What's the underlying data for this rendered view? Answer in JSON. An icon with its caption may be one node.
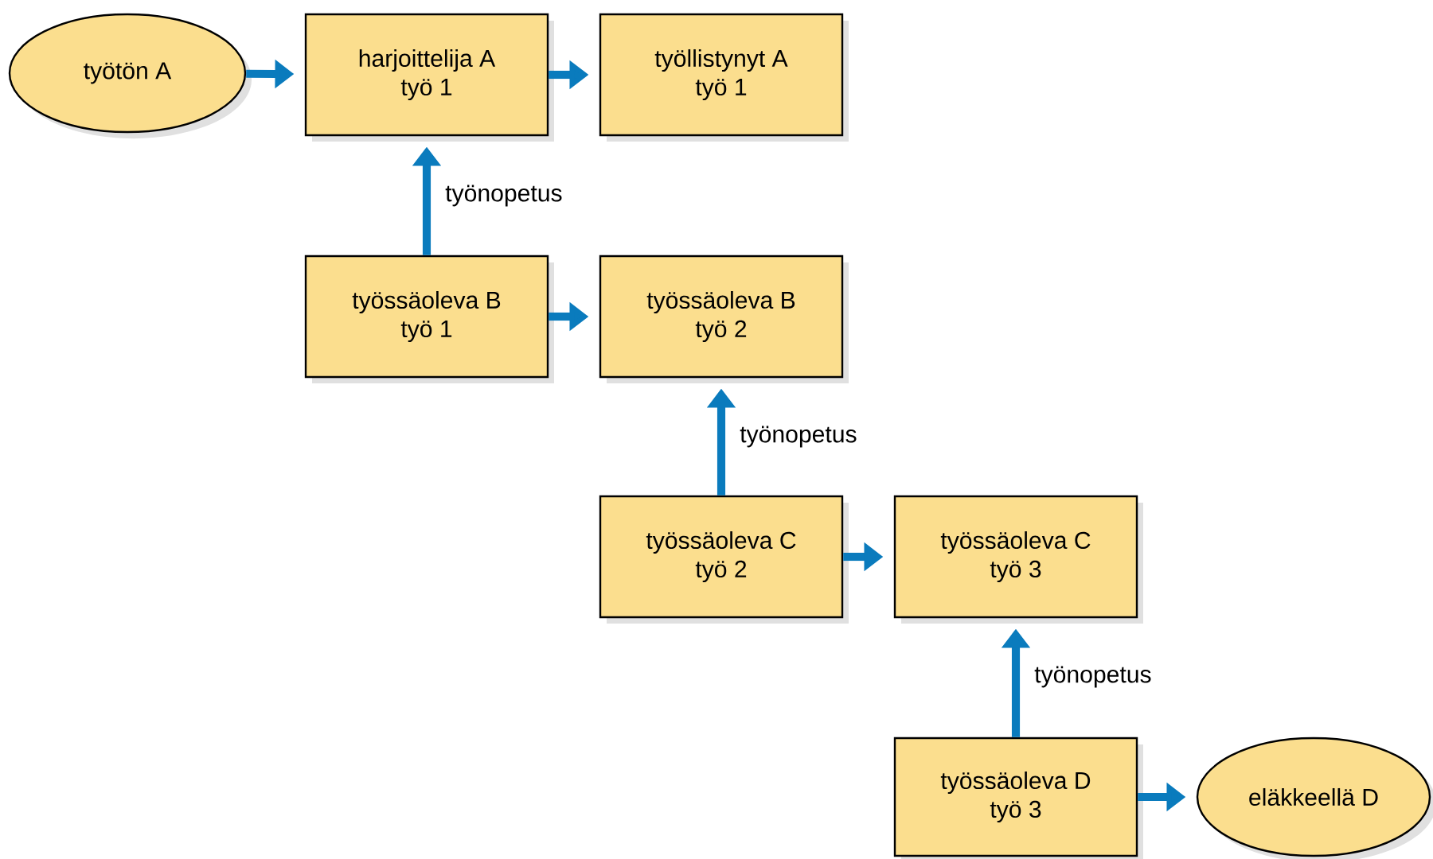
{
  "diagram": {
    "nodes": [
      {
        "text": [
          "työtön A"
        ]
      },
      {
        "text": [
          "harjoittelija A",
          "työ 1"
        ]
      },
      {
        "text": [
          "työllistynyt A",
          "työ 1"
        ]
      },
      {
        "text": [
          "työssäoleva B",
          "työ 1"
        ]
      },
      {
        "text": [
          "työssäoleva B",
          "työ 2"
        ]
      },
      {
        "text": [
          "työssäoleva C",
          "työ 2"
        ]
      },
      {
        "text": [
          "työssäoleva C",
          "työ 3"
        ]
      },
      {
        "text": [
          "työssäoleva D",
          "työ 3"
        ]
      },
      {
        "text": [
          "eläkkeellä D"
        ]
      }
    ],
    "edges": [
      {
        "from": 0,
        "to": 1,
        "arrow": "to"
      },
      {
        "from": 1,
        "to": 2,
        "arrow": "to"
      },
      {
        "from": 3,
        "to": 1,
        "arrow": "to",
        "label": "työnopetus"
      },
      {
        "from": 3,
        "to": 4,
        "arrow": "to"
      },
      {
        "from": 5,
        "to": 4,
        "arrow": "to",
        "label": "työnopetus"
      },
      {
        "from": 5,
        "to": 6,
        "arrow": "to"
      },
      {
        "from": 7,
        "to": 6,
        "arrow": "to",
        "label": "työnopetus"
      },
      {
        "from": 7,
        "to": 8,
        "arrow": "to"
      }
    ]
  }
}
